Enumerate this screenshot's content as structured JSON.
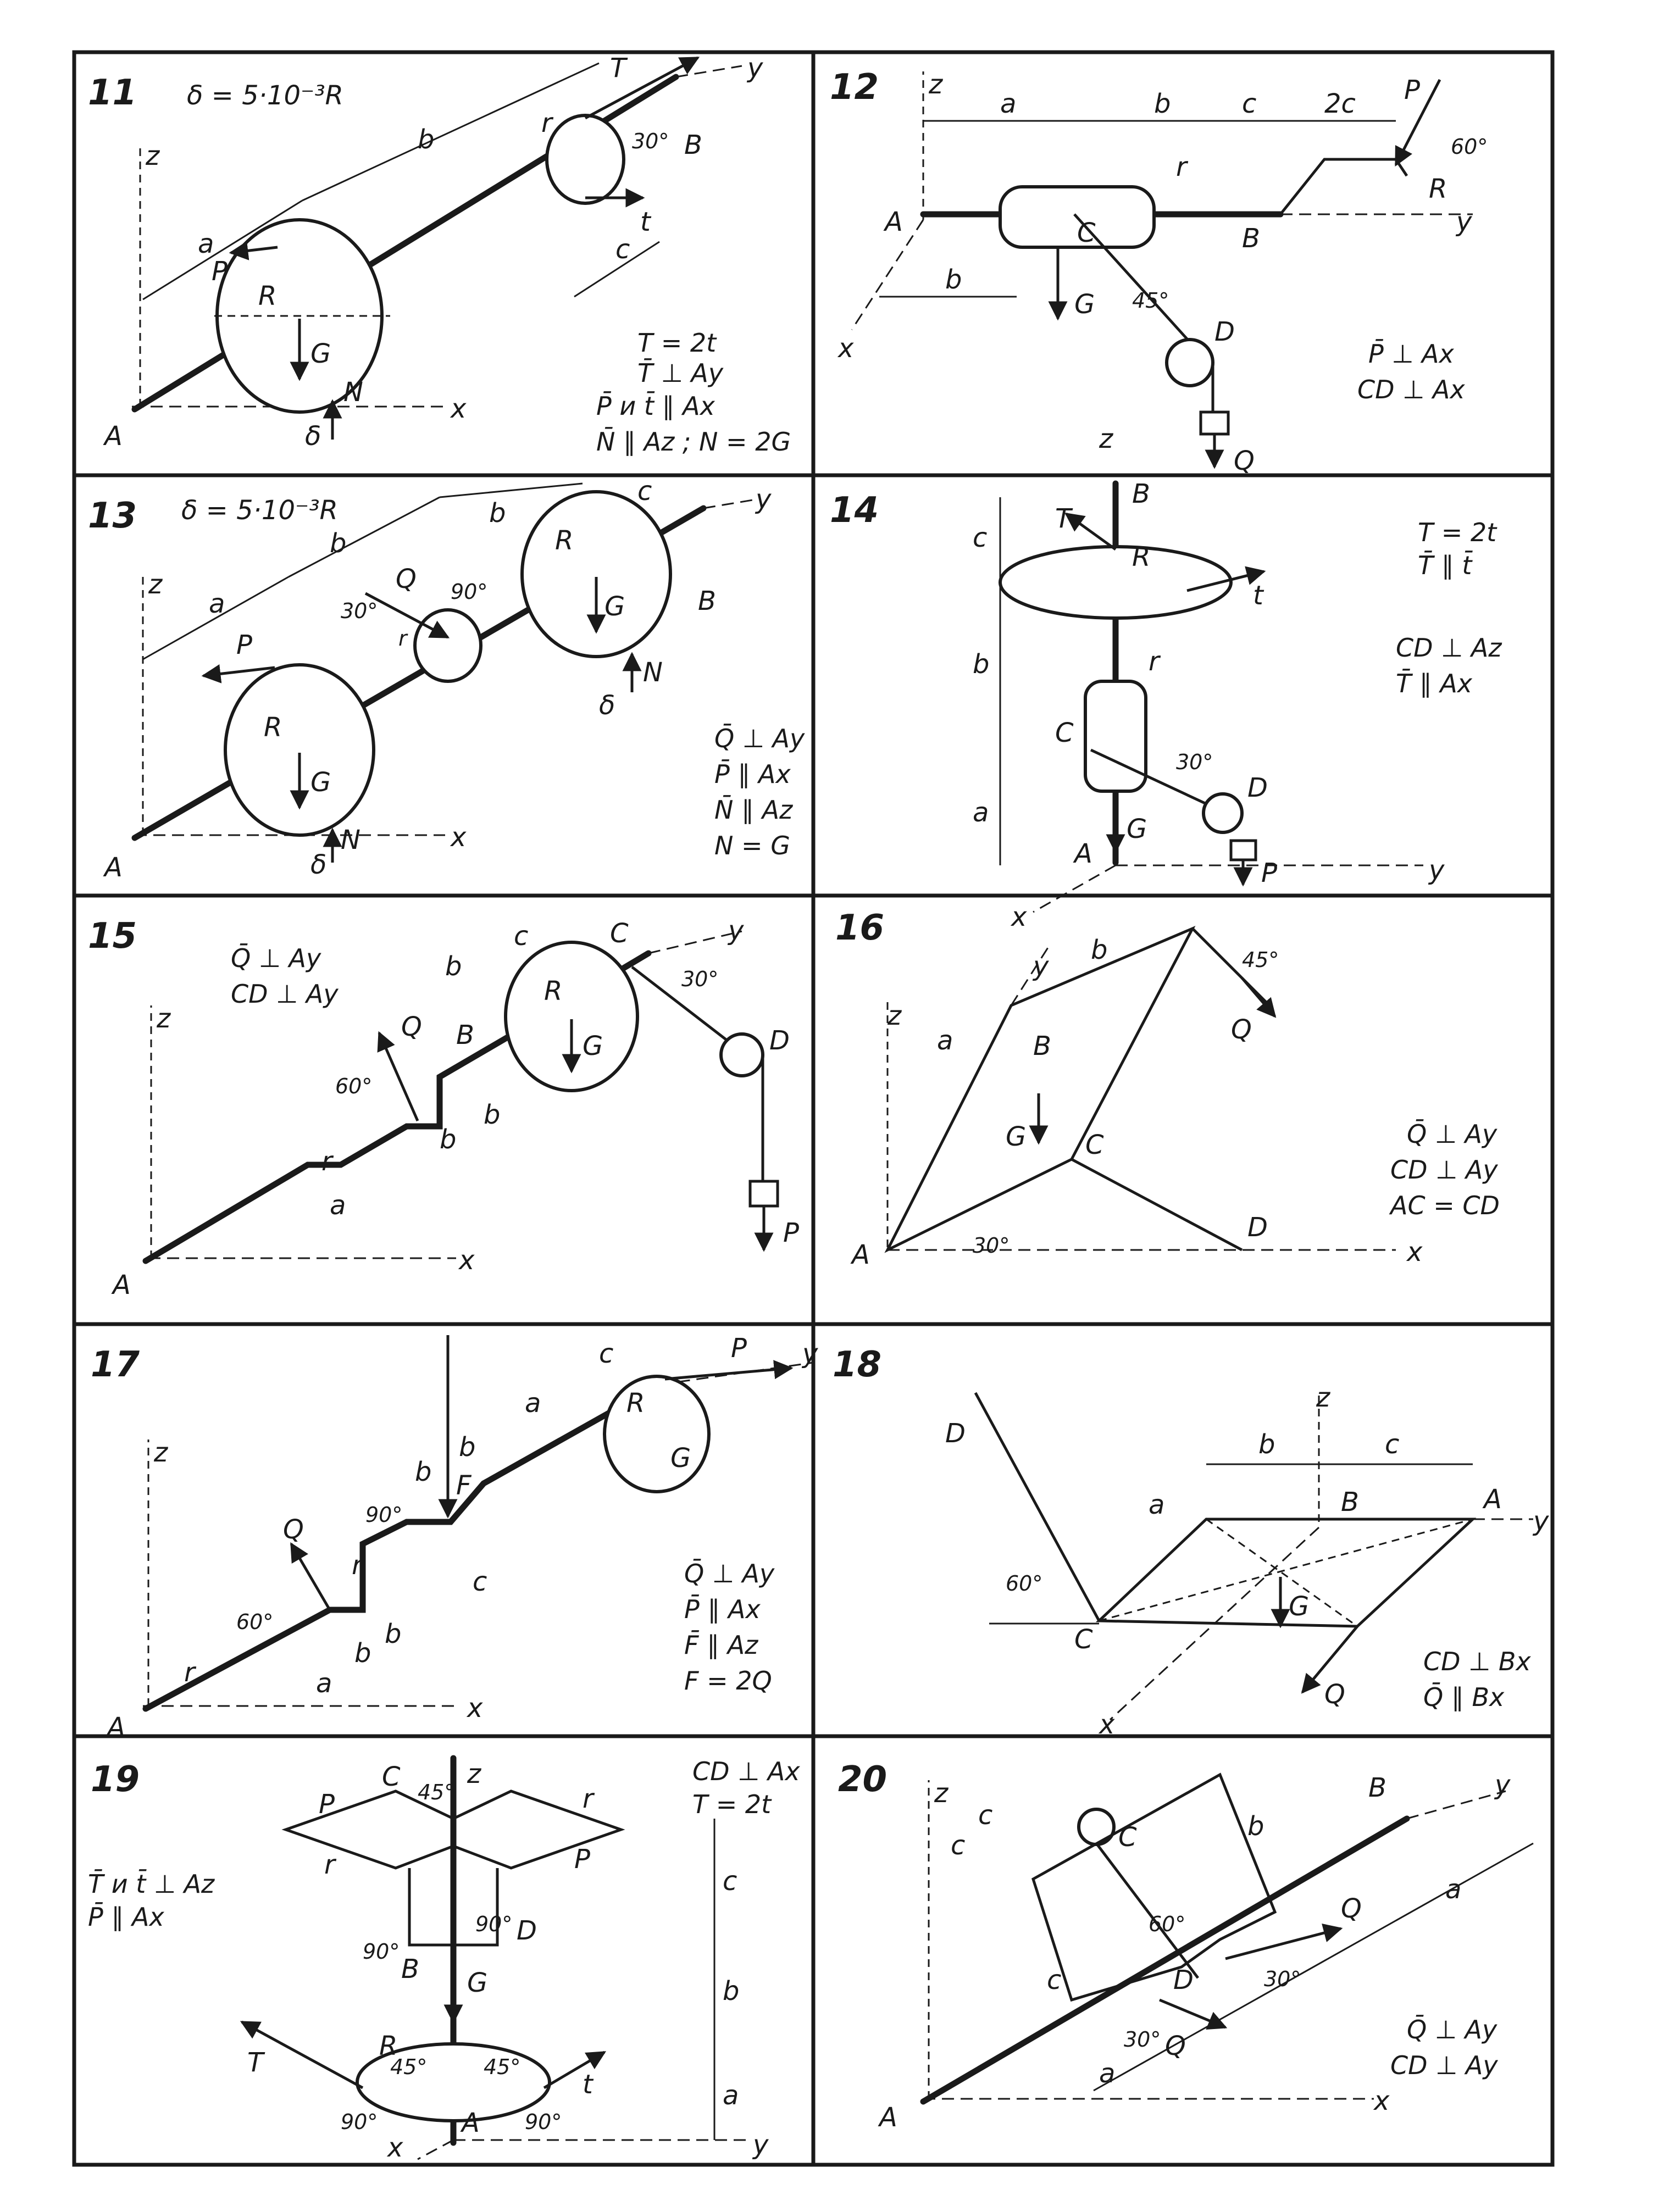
{
  "panels": [
    {
      "number": "11",
      "param": "δ = 5·10⁻³R",
      "labels": {
        "A": "A",
        "B": "B",
        "x": "x",
        "y": "y",
        "z": "z",
        "a": "a",
        "b": "b",
        "c": "c",
        "r": "r",
        "R": "R",
        "P": "P",
        "T": "T",
        "t": "t",
        "G": "G",
        "N": "N",
        "delta": "δ",
        "angle": "30°"
      },
      "conditions": [
        "T = 2t",
        "T̄ ⊥ Ay",
        "P̄ и t̄ ∥ Ax",
        "N̄ ∥ Az ; N = 2G"
      ]
    },
    {
      "number": "12",
      "labels": {
        "A": "A",
        "B": "B",
        "C": "C",
        "D": "D",
        "x": "x",
        "y": "y",
        "z": "z",
        "a": "a",
        "b": "b",
        "b2": "b",
        "c": "c",
        "c2": "2c",
        "r": "r",
        "R": "R",
        "P": "P",
        "G": "G",
        "Q": "Q",
        "angle1": "60°",
        "angle2": "45°"
      },
      "conditions": [
        "P̄ ⊥ Ax",
        "CD ⊥ Ax"
      ]
    },
    {
      "number": "13",
      "param": "δ = 5·10⁻³R",
      "labels": {
        "A": "A",
        "B": "B",
        "x": "x",
        "y": "y",
        "z": "z",
        "a": "a",
        "b": "b",
        "b2": "b",
        "c": "c",
        "r": "r",
        "R": "R",
        "R2": "R",
        "P": "P",
        "Q": "Q",
        "G": "G",
        "G2": "G",
        "N": "N",
        "N2": "N",
        "delta": "δ",
        "delta2": "δ",
        "angle1": "30°",
        "angle2": "90°"
      },
      "conditions": [
        "Q̄ ⊥ Ay",
        "P̄ ∥ Ax",
        "N̄ ∥ Az",
        "N = G"
      ]
    },
    {
      "number": "14",
      "labels": {
        "A": "A",
        "B": "B",
        "C": "C",
        "D": "D",
        "x": "x",
        "y": "y",
        "z": "z",
        "a": "a",
        "b": "b",
        "c": "c",
        "r": "r",
        "R": "R",
        "T": "T",
        "t": "t",
        "G": "G",
        "P": "P",
        "angle": "30°"
      },
      "conditions": [
        "T = 2t",
        "T̄ ∥ t̄",
        "CD ⊥ Az",
        "T̄ ∥ Ax"
      ]
    },
    {
      "number": "15",
      "labels": {
        "A": "A",
        "B": "B",
        "C": "C",
        "D": "D",
        "x": "x",
        "y": "y",
        "z": "z",
        "a": "a",
        "b": "b",
        "b2": "b",
        "b3": "b",
        "c": "c",
        "r": "r",
        "R": "R",
        "Q": "Q",
        "G": "G",
        "P": "P",
        "angle1": "60°",
        "angle2": "30°"
      },
      "conditions": [
        "Q̄ ⊥ Ay",
        "CD ⊥ Ay"
      ]
    },
    {
      "number": "16",
      "labels": {
        "A": "A",
        "B": "B",
        "C": "C",
        "D": "D",
        "x": "x",
        "y": "y",
        "z": "z",
        "a": "a",
        "b": "b",
        "Q": "Q",
        "G": "G",
        "angle1": "45°",
        "angle2": "30°"
      },
      "conditions": [
        "Q̄ ⊥ Ay",
        "CD ⊥ Ay",
        "AC = CD"
      ]
    },
    {
      "number": "17",
      "labels": {
        "A": "A",
        "x": "x",
        "y": "y",
        "z": "z",
        "a": "a",
        "a2": "a",
        "b": "b",
        "b2": "b",
        "b3": "b",
        "b4": "b",
        "c": "c",
        "c2": "c",
        "r": "r",
        "r2": "r",
        "R": "R",
        "P": "P",
        "Q": "Q",
        "F": "F",
        "G": "G",
        "angle1": "90°",
        "angle2": "60°"
      },
      "conditions": [
        "Q̄ ⊥ Ay",
        "P̄ ∥ Ax",
        "F̄ ∥ Az",
        "F = 2Q"
      ]
    },
    {
      "number": "18",
      "labels": {
        "A": "A",
        "B": "B",
        "C": "C",
        "D": "D",
        "x": "x",
        "y": "y",
        "z": "z",
        "a": "a",
        "b": "b",
        "c": "c",
        "G": "G",
        "Q": "Q",
        "angle": "60°"
      },
      "conditions": [
        "CD ⊥ Bx",
        "Q̄ ∥ Bx"
      ]
    },
    {
      "number": "19",
      "labels": {
        "A": "A",
        "B": "B",
        "C": "C",
        "D": "D",
        "x": "x",
        "y": "y",
        "z": "z",
        "a": "a",
        "b": "b",
        "c": "c",
        "r": "r",
        "r2": "r",
        "R": "R",
        "P": "P",
        "P2": "P",
        "T": "T",
        "t": "t",
        "G": "G",
        "angle45a": "45°",
        "angle45b": "45°",
        "angle45c": "45°",
        "angle90a": "90°",
        "angle90b": "90°",
        "angle90c": "90°",
        "angle90d": "90°"
      },
      "conditions_right": [
        "CD ⊥ Ax",
        "T = 2t"
      ],
      "conditions_left": [
        "T̄ и t̄ ⊥ Az",
        "P̄ ∥ Ax"
      ]
    },
    {
      "number": "20",
      "labels": {
        "B": "B",
        "A": "A",
        "C": "C",
        "D": "D",
        "x": "x",
        "y": "y",
        "z": "z",
        "a": "a",
        "a2": "a",
        "b": "b",
        "c": "c",
        "c2": "c",
        "c3": "c",
        "Q": "Q",
        "Q2": "Q",
        "angle1": "60°",
        "angle2": "30°",
        "angle3": "30°"
      },
      "conditions": [
        "Q̄ ⊥ Ay",
        "CD ⊥ Ay"
      ]
    }
  ]
}
